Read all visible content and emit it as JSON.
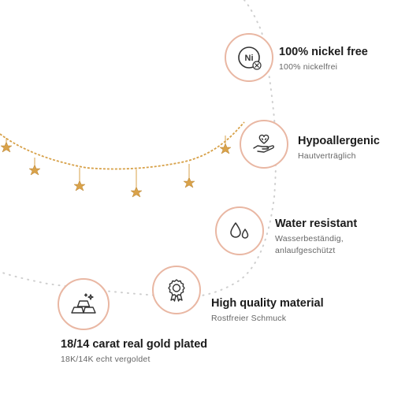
{
  "features": [
    {
      "icon": "nickel-free-icon",
      "title": "100% nickel free",
      "subtitle": "100% nickelfrei",
      "symbol": "Ni"
    },
    {
      "icon": "hand-heart-icon",
      "title": "Hypoallergenic",
      "subtitle": "Hautverträglich"
    },
    {
      "icon": "water-drops-icon",
      "title": "Water resistant",
      "subtitle": "Wasserbeständig, anlaufgeschützt"
    },
    {
      "icon": "award-medal-icon",
      "title": "High quality material",
      "subtitle": "Rostfreier Schmuck"
    },
    {
      "icon": "gold-bars-icon",
      "title": "18/14 carat real gold plated",
      "subtitle": "18K/14K echt vergoldet"
    }
  ],
  "colors": {
    "accent": "#e9b7a3",
    "gold": "#d7a149",
    "dots": "#cfcfcf"
  }
}
